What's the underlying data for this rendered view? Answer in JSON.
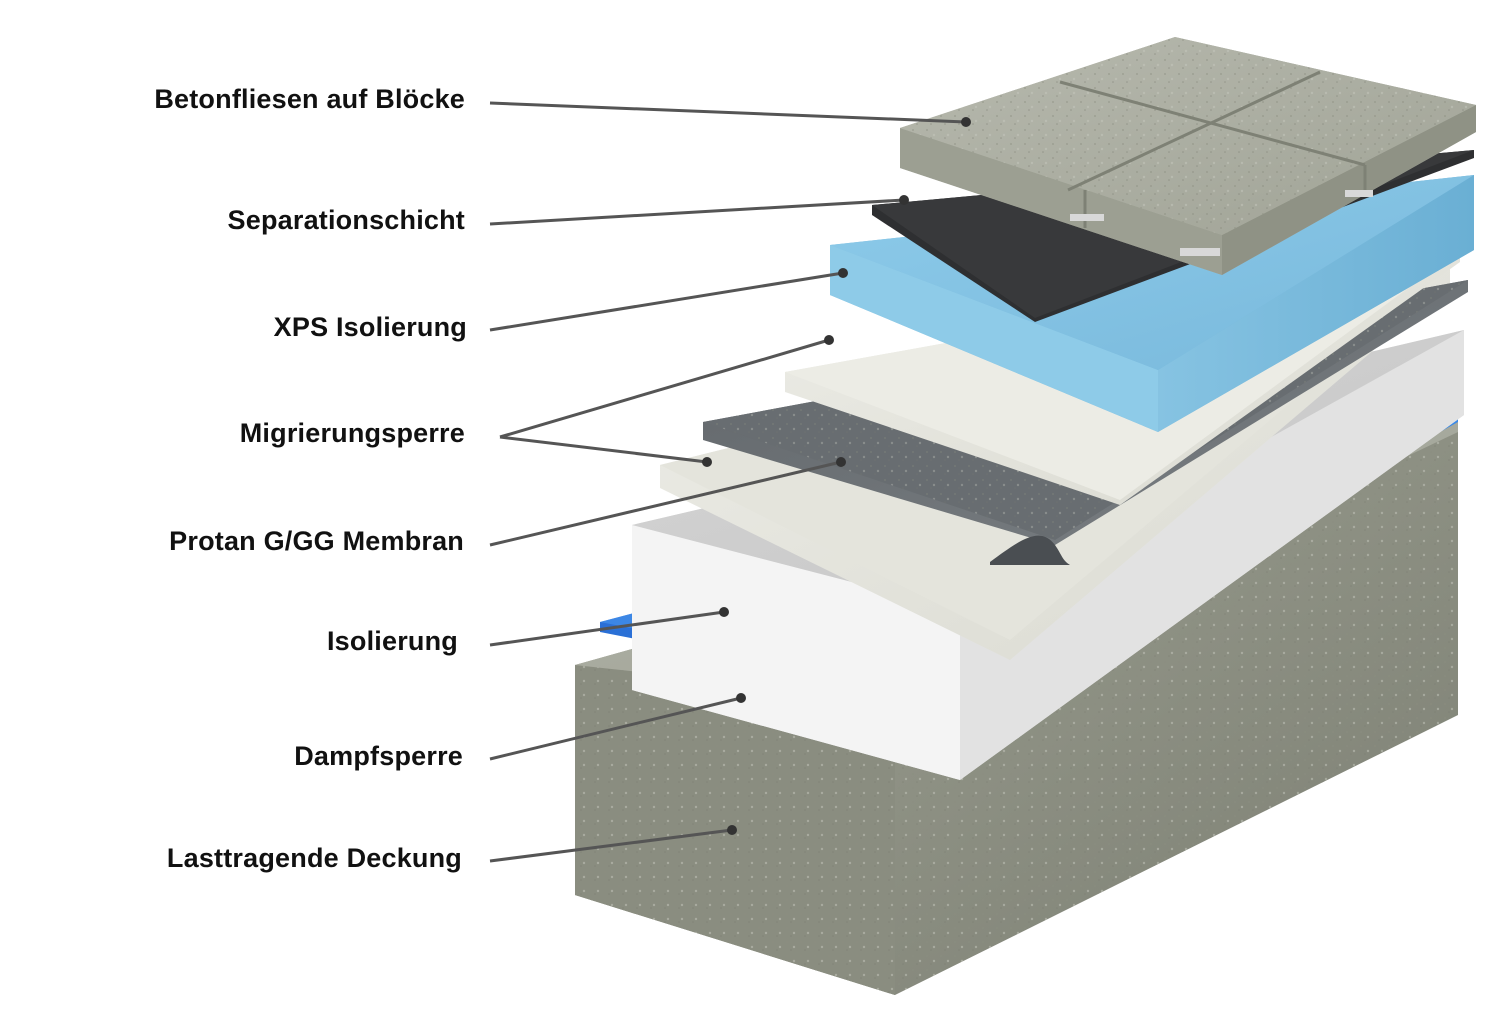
{
  "layers": [
    {
      "id": "betonfliesen",
      "label": "Betonfliesen auf Blöcke"
    },
    {
      "id": "separation",
      "label": "Separationschicht"
    },
    {
      "id": "xps",
      "label": "XPS Isolierung"
    },
    {
      "id": "migrierung",
      "label": "Migrierungsperre"
    },
    {
      "id": "membran",
      "label": "Protan G/GG Membran"
    },
    {
      "id": "isolierung",
      "label": "Isolierung"
    },
    {
      "id": "dampfsperre",
      "label": "Dampfsperre"
    },
    {
      "id": "deckung",
      "label": "Lasttragende Deckung"
    }
  ],
  "colors": {
    "concrete": "#9a9d90",
    "tile": "#a8ab9f",
    "separation": "#2e2f31",
    "xps": "#86c3e2",
    "fleece": "#e6e6de",
    "membrane": "#6f7478",
    "insulation": "#eeeeee",
    "vapor": "#2f7fde",
    "leader": "#555555"
  }
}
